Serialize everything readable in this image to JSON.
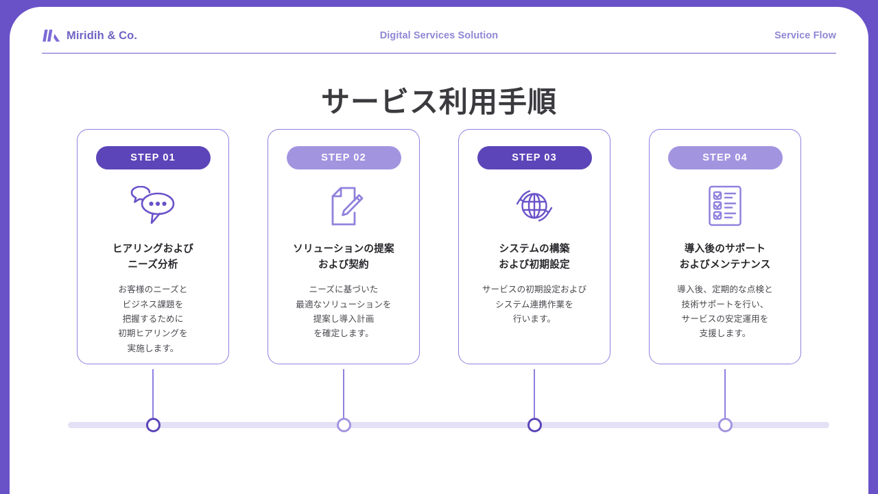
{
  "theme": {
    "background_purple": "#6951c8",
    "card_white": "#ffffff",
    "accent_dark": "#5c45b8",
    "accent_light": "#a394e0",
    "border_purple": "#8f7fe0",
    "track_lavender": "#e4e0f5",
    "header_text": "#8e87d4",
    "title_text": "#3b3b3f"
  },
  "header": {
    "brand_name": "Miridih & Co.",
    "center_label": "Digital Services Solution",
    "right_label": "Service Flow"
  },
  "title": "サービス利用手順",
  "steps": [
    {
      "badge": "STEP 01",
      "badge_tone": "dark",
      "icon": "speech-bubbles-icon",
      "title": "ヒアリングおよび\nニーズ分析",
      "body": "お客様のニーズと\nビジネス課題を\n把握するために\n初期ヒアリングを\n実施します。"
    },
    {
      "badge": "STEP 02",
      "badge_tone": "light",
      "icon": "document-pencil-icon",
      "title": "ソリューションの提案\nおよび契約",
      "body": "ニーズに基づいた\n最適なソリューションを\n提案し導入計画\nを確定します。"
    },
    {
      "badge": "STEP 03",
      "badge_tone": "dark",
      "icon": "globe-sync-icon",
      "title": "システムの構築\nおよび初期設定",
      "body": "サービスの初期設定および\nシステム連携作業を\n行います。"
    },
    {
      "badge": "STEP 04",
      "badge_tone": "light",
      "icon": "checklist-icon",
      "title": "導入後のサポート\nおよびメンテナンス",
      "body": "導入後、定期的な点検と\n技術サポートを行い、\nサービスの安定運用を\n支援します。"
    }
  ]
}
